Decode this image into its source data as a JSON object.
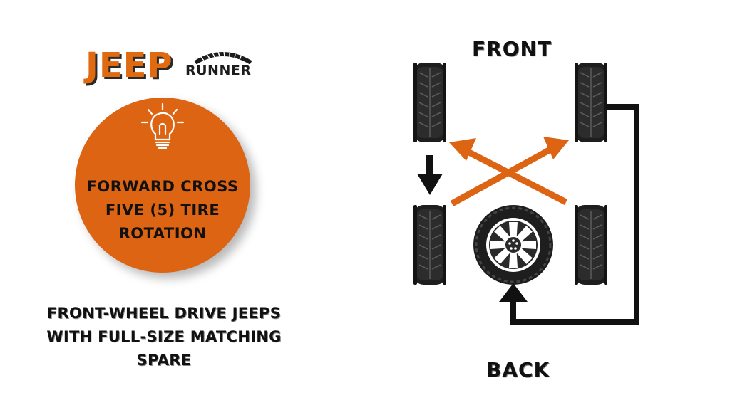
{
  "logo": {
    "brand": "JEEP",
    "sub": "RUNNER"
  },
  "card": {
    "title": "FORWARD CROSS FIVE (5) TIRE ROTATION"
  },
  "subtitle": "FRONT-WHEEL DRIVE JEEPS WITH FULL-SIZE MATCHING SPARE",
  "labels": {
    "front": "FRONT",
    "back": "BACK"
  },
  "colors": {
    "accent": "#dc6413",
    "arrow_orange": "#dc6413",
    "arrow_black": "#111111",
    "tire": "#1e1e1e"
  },
  "icons": {
    "card_icon": "lightbulb-icon",
    "logo_icon": "tire-tread-icon"
  }
}
